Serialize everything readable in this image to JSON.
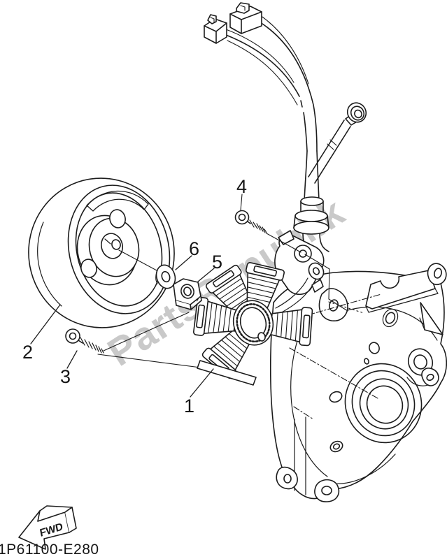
{
  "diagram": {
    "part_number": "1P61100-E280",
    "watermark": "PartsRepublik",
    "fwd_label": "FWD",
    "background_color": "#ffffff",
    "line_color": "#1c1c1c",
    "watermark_color": "#c9c9c9",
    "callouts": [
      {
        "ref": "1"
      },
      {
        "ref": "2"
      },
      {
        "ref": "3"
      },
      {
        "ref": "4"
      },
      {
        "ref": "5"
      },
      {
        "ref": "6"
      }
    ]
  }
}
